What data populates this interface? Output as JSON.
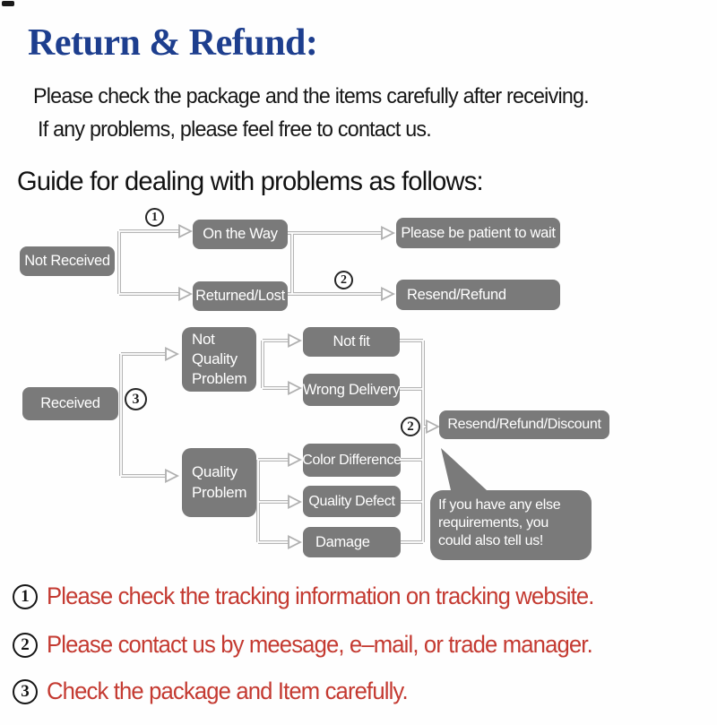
{
  "header": {
    "title": "Return & Refund:",
    "line1": "Please check the package and the items carefully after receiving.",
    "line2": "If any problems, please feel free to contact us.",
    "guide": "Guide for dealing with problems as follows:"
  },
  "flowchart": {
    "nodes": {
      "not_received": "Not Received",
      "on_the_way": "On the Way",
      "returned_lost": "Returned/Lost",
      "please_wait": "Please be patient to wait",
      "resend_refund": "Resend/Refund",
      "received": "Received",
      "not_quality_problem": "Not Quality Problem",
      "not_fit": "Not fit",
      "wrong_delivery": "Wrong Delivery",
      "resend_refund_discount": "Resend/Refund/Discount",
      "quality_problem": "Quality Problem",
      "color_difference": "Color Difference",
      "quality_defect": "Quality Defect",
      "damage": "Damage"
    },
    "markers": {
      "m1": "1",
      "m2_top": "2",
      "m3": "3",
      "m2_bottom": "2"
    },
    "bubble": "If you have any else requirements, you could also tell us!"
  },
  "notes": [
    {
      "marker": "1",
      "text": "Please check the tracking information on tracking website."
    },
    {
      "marker": "2",
      "text": "Please contact us by meesage, e–mail, or trade manager."
    },
    {
      "marker": "3",
      "text": "Check the package and Item carefully."
    }
  ],
  "colors": {
    "title_blue": "#1d3e8e",
    "note_red": "#c43a31",
    "node_gray": "#7a7a7a",
    "node_text": "#ffffff",
    "connector_gray": "#b5b5b5"
  }
}
